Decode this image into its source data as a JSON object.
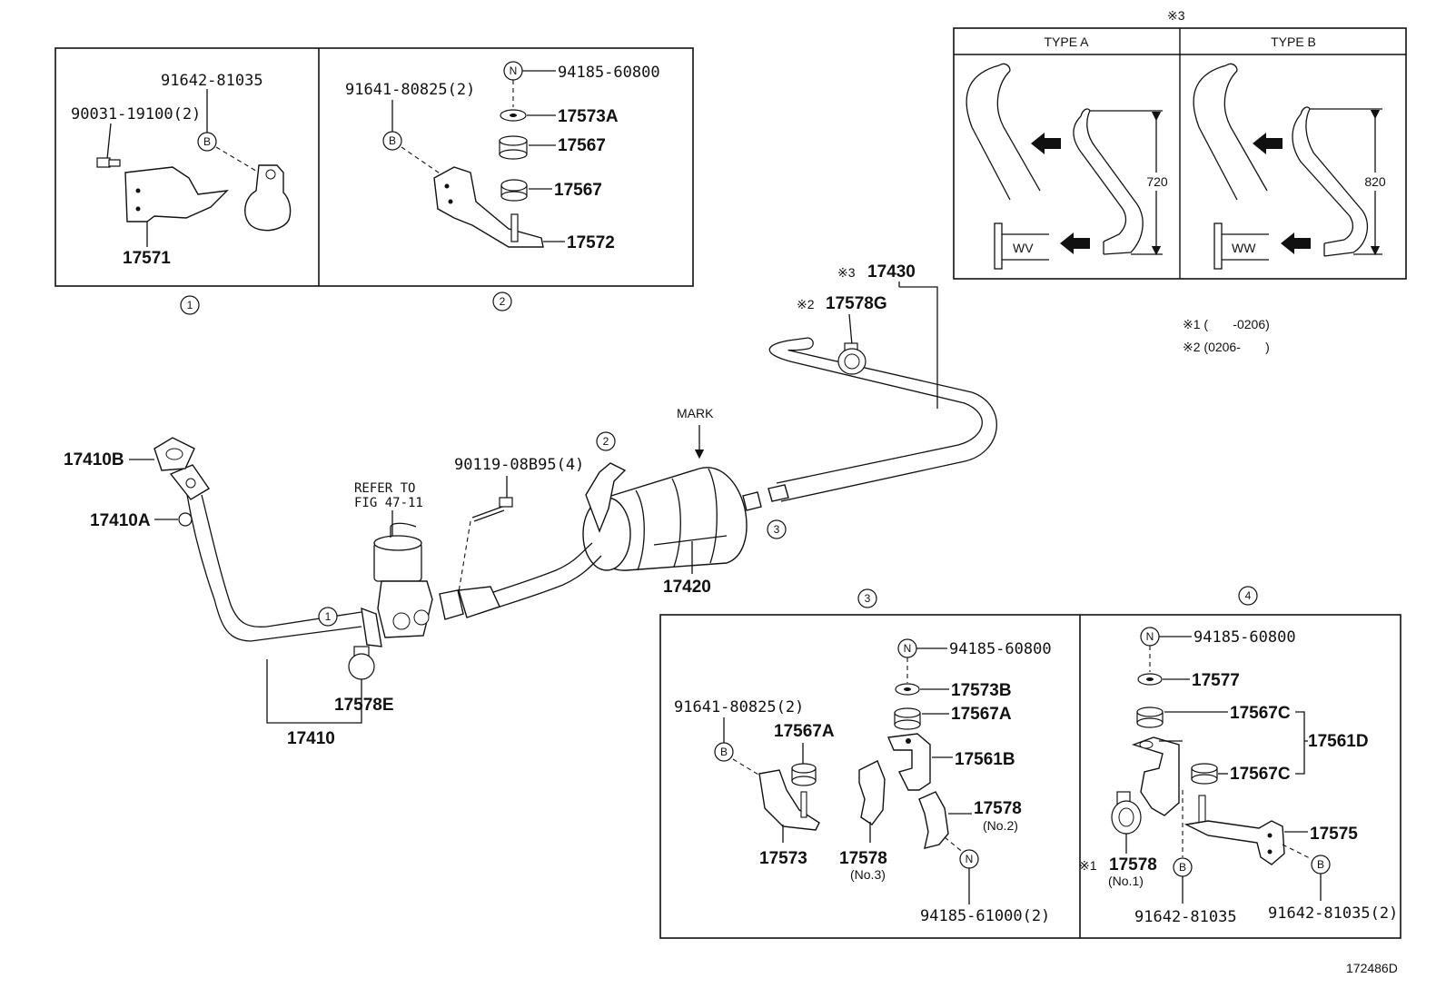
{
  "diagram_id": "172486D",
  "insets": {
    "bracket_1": {
      "number": "1",
      "parts": [
        "91642-81035",
        "90031-19100(2)",
        "17571"
      ],
      "bolt_marker": "B"
    },
    "bracket_2": {
      "number": "2",
      "parts": [
        "91641-80825(2)",
        "94185-60800",
        "17573A",
        "17567",
        "17567",
        "17572"
      ],
      "bolt_marker": "B",
      "nut_marker": "N"
    },
    "bracket_3": {
      "number": "3",
      "parts": [
        "94185-60800",
        "17573B",
        "17567A",
        "91641-80825(2)",
        "17567A",
        "17561B",
        "17578",
        "(No.2)",
        "17573",
        "17578",
        "(No.3)",
        "94185-61000(2)"
      ]
    },
    "bracket_4": {
      "number": "4",
      "parts": [
        "94185-60800",
        "17577",
        "17567C",
        "17561D",
        "17567C",
        "17575",
        "17578",
        "(No.1)",
        "91642-81035",
        "91642-81035(2)"
      ],
      "note_mark": "※1"
    },
    "type_table": {
      "header_mark": "※3",
      "type_a": {
        "label": "TYPE A",
        "dimension": "720",
        "code": "WV"
      },
      "type_b": {
        "label": "TYPE B",
        "dimension": "820",
        "code": "WW"
      }
    }
  },
  "main": {
    "parts": {
      "p17430": "17430",
      "p17430_mark": "※3",
      "p17578g": "17578G",
      "p17578g_mark": "※2",
      "p17410b": "17410B",
      "p17410a": "17410A",
      "p17410": "17410",
      "p17578e": "17578E",
      "p17420": "17420",
      "p90119": "90119-08B95(4)"
    },
    "refer": [
      "REFER TO",
      "FIG 47-11"
    ],
    "mark_label": "MARK",
    "callouts": {
      "c1": "1",
      "c2": "2",
      "c3": "3"
    }
  },
  "notes": {
    "note1": "※1 (       -0206)",
    "note2": "※2 (0206-       )"
  }
}
